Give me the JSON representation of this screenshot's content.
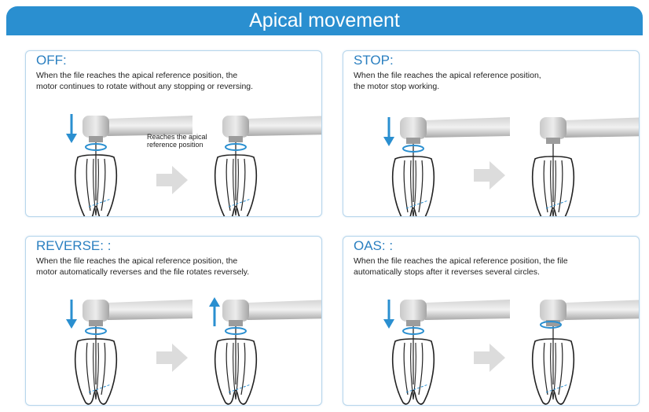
{
  "header": {
    "title": "Apical movement"
  },
  "panels": [
    {
      "title": "OFF:",
      "description": [
        "When the file reaches the apical reference position,  the",
        "motor continues to rotate without any stopping or reversing."
      ],
      "caption": [
        "Reaches the apical",
        "reference position"
      ]
    },
    {
      "title": "STOP:",
      "description": [
        "When the file reaches the apical reference position,",
        "the motor stop working."
      ]
    },
    {
      "title": "REVERSE: :",
      "description": [
        "When the file reaches the apical reference position, the",
        "motor automatically reverses and the file rotates reversely."
      ]
    },
    {
      "title": "OAS: :",
      "description": [
        "When the file reaches the apical reference position, the file",
        "automatically stops after it reverses several circles."
      ]
    }
  ],
  "colors": {
    "header_background": "#2a8fd0",
    "panel_border": "#b7d6ec",
    "title_text": "#2a7fc0",
    "accent_arrow": "#2a8fd0",
    "transition_arrow": "#dcdcdc",
    "handpiece": "#b5b5b5"
  },
  "icons": {
    "direction_down": "down-arrow-icon",
    "direction_up": "up-arrow-icon",
    "transition": "right-arrow-icon"
  }
}
